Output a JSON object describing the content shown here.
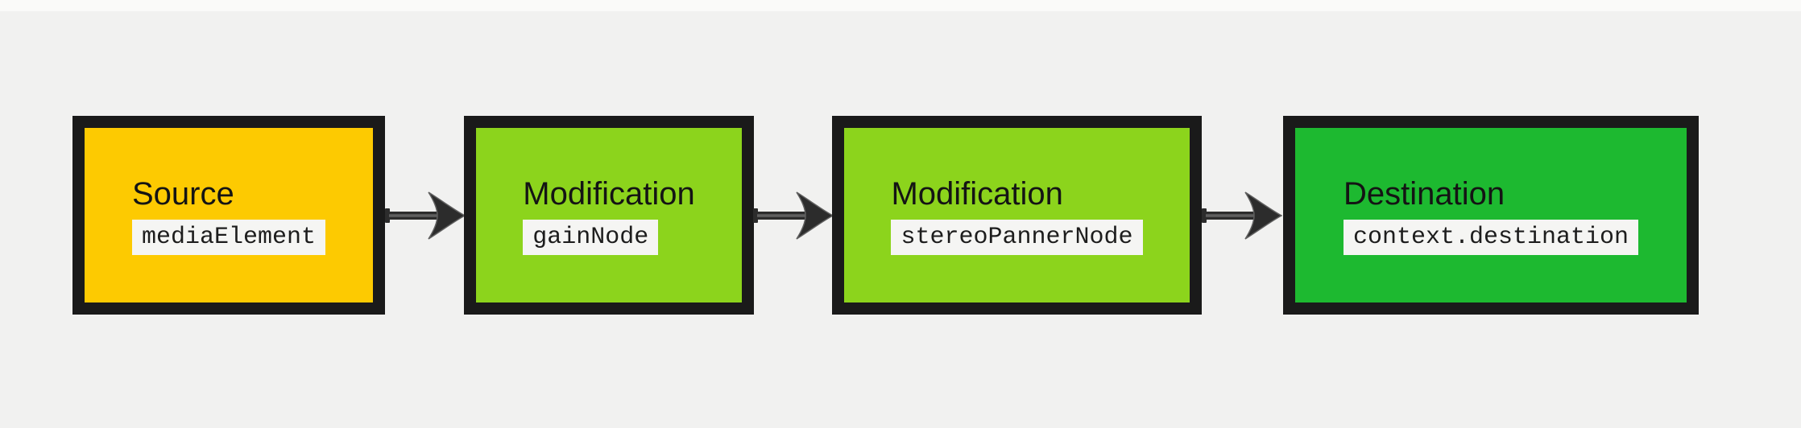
{
  "diagram": {
    "type": "flow",
    "description": "Audio routing graph: source node flows through two modification nodes to a destination node",
    "nodes": [
      {
        "role": "source",
        "label": "Source",
        "code": "mediaElement",
        "fill": "#fdca01"
      },
      {
        "role": "modification",
        "label": "Modification",
        "code": "gainNode",
        "fill": "#8cd41c"
      },
      {
        "role": "modification",
        "label": "Modification",
        "code": "stereoPannerNode",
        "fill": "#8cd41c"
      },
      {
        "role": "destination",
        "label": "Destination",
        "code": "context.destination",
        "fill": "#1db930"
      }
    ],
    "connectors": [
      {
        "from": "mediaElement",
        "to": "gainNode",
        "icon": "arrow-right-icon"
      },
      {
        "from": "gainNode",
        "to": "stereoPannerNode",
        "icon": "arrow-right-icon"
      },
      {
        "from": "stereoPannerNode",
        "to": "context.destination",
        "icon": "arrow-right-icon"
      }
    ]
  },
  "colors": {
    "page-bg": "#f1f1f0",
    "top-strip": "#fafaf9",
    "box-border": "#1a1a1a",
    "title-text": "#141414",
    "code-text": "#1d1d1d",
    "code-bg": "#f5f5f3",
    "arrow-dark": "#2c2c2c",
    "arrow-light": "#5f5f5f"
  }
}
